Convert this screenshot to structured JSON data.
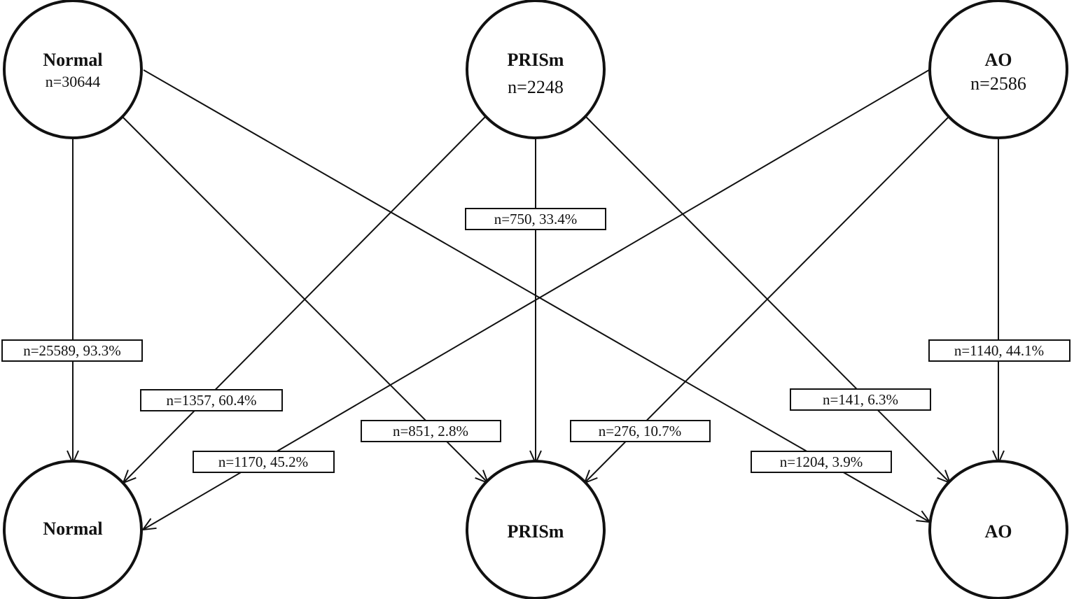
{
  "nodes": {
    "top_normal": {
      "title": "Normal",
      "count": "n=30644"
    },
    "top_prism": {
      "title": "PRISm",
      "count": "n=2248"
    },
    "top_ao": {
      "title": "AO",
      "count": "n=2586"
    },
    "bottom_normal": {
      "title": "Normal"
    },
    "bottom_prism": {
      "title": "PRISm"
    },
    "bottom_ao": {
      "title": "AO"
    }
  },
  "transitions": {
    "normal_to_normal": "n=25589, 93.3%",
    "normal_to_prism": "n=851, 2.8%",
    "normal_to_ao": "n=1204, 3.9%",
    "prism_to_normal": "n=1357, 60.4%",
    "prism_to_prism": "n=750, 33.4%",
    "prism_to_ao": "n=141, 6.3%",
    "ao_to_normal": "n=1170, 45.2%",
    "ao_to_prism": "n=276, 10.7%",
    "ao_to_ao": "n=1140, 44.1%"
  }
}
